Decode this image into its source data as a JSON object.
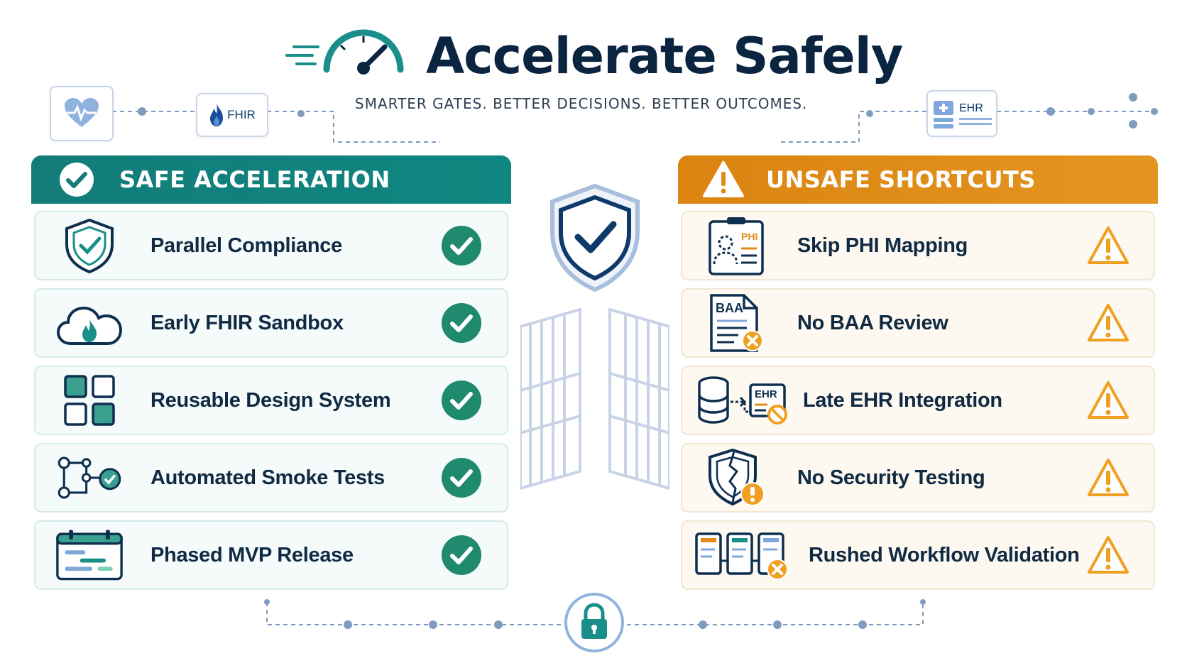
{
  "header": {
    "title": "Accelerate Safely",
    "subtitle": "SMARTER GATES. BETTER DECISIONS. BETTER OUTCOMES."
  },
  "top_chips": {
    "fhir": "FHIR",
    "ehr": "EHR"
  },
  "safe_panel": {
    "title": "SAFE ACCELERATION",
    "color": "#137c79",
    "items": [
      {
        "label": "Parallel Compliance",
        "icon": "shield-check-icon"
      },
      {
        "label": "Early FHIR Sandbox",
        "icon": "cloud-flame-icon"
      },
      {
        "label": "Reusable Design System",
        "icon": "grid-squares-icon"
      },
      {
        "label": "Automated Smoke Tests",
        "icon": "flow-check-icon"
      },
      {
        "label": "Phased MVP Release",
        "icon": "calendar-timeline-icon"
      }
    ]
  },
  "unsafe_panel": {
    "title": "UNSAFE SHORTCUTS",
    "color": "#e08c1a",
    "items": [
      {
        "label": "Skip PHI Mapping",
        "icon": "clipboard-phi-icon",
        "badge": "PHI"
      },
      {
        "label": "No BAA Review",
        "icon": "document-x-icon",
        "badge": "BAA"
      },
      {
        "label": "Late EHR Integration",
        "icon": "database-ehr-icon",
        "badge": "EHR"
      },
      {
        "label": "No Security Testing",
        "icon": "cracked-shield-icon"
      },
      {
        "label": "Rushed Workflow Validation",
        "icon": "workflow-x-icon"
      }
    ]
  }
}
